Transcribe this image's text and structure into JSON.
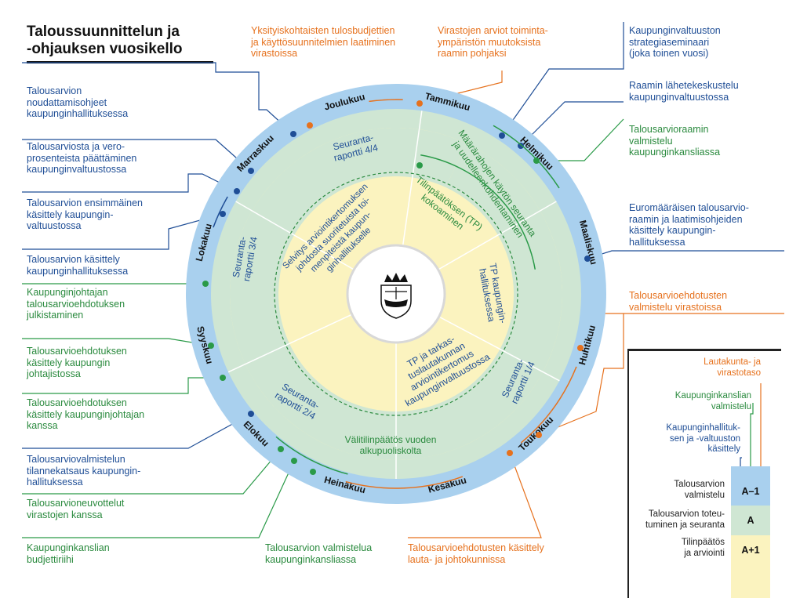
{
  "title": "Taloussuunnittelun ja\n-ohjauksen vuosikello",
  "colors": {
    "blue_text": "#1f4e96",
    "green_text": "#2a8a3e",
    "orange_text": "#e6711d",
    "outer_ring": "#a9d0ee",
    "middle_ring": "#cfe6d3",
    "inner_ring": "#fbf3bf",
    "legend_blue": "#1f4e96",
    "legend_green": "#2a9a48",
    "legend_orange": "#e6711d"
  },
  "months": [
    "Tammikuu",
    "Helmikuu",
    "Maaliskuu",
    "Huhtikuu",
    "Toukokuu",
    "Kesäkuu",
    "Heinäkuu",
    "Elokuu",
    "Syyskuu",
    "Lokakuu",
    "Marraskuu",
    "Joulukuu"
  ],
  "ring_labels": {
    "seuranta_44": "Seuranta-\nraportti 4/4",
    "seuranta_34": "Seuranta-\nraportti 3/4",
    "seuranta_24": "Seuranta-\nraportti 2/4",
    "seuranta_14": "Seuranta-\nraportti 1/4",
    "maararahojen": "Määrärahojen käytön seuranta\nja uudelleenkohdentaminen",
    "valitilinpaatos": "Välitilinpäätös vuoden\nalkupuoliskolta",
    "tilinpaatoksen": "Tilinpäätöksen (TP)\nkokoaminen",
    "tp_kaupungin": "TP kaupungin-\nhallituksessa",
    "tp_tarkastus": "TP ja tarkas-\ntuslautakunnan\narviointikertomus\nkaupunginvaltuustossa",
    "selvitys": "Selvitys arviointikertomuksen\njohdosta suoritetuista toi-\nmenpiteistä kaupun-\nginhallitukselle"
  },
  "annotations_left": [
    {
      "text": "Talousarvion\nnoudattamisohjeet\nkaupunginhallituksessa",
      "color": "blue"
    },
    {
      "text": "Talousarviosta ja vero-\nprosenteista päättäminen\nkaupunginvaltuustossa",
      "color": "blue"
    },
    {
      "text": "Talousarvion ensimmäinen\nkäsittely kaupungin-\nvaltuustossa",
      "color": "blue"
    },
    {
      "text": "Talousarvion käsittely\nkaupunginhallituksessa",
      "color": "blue"
    },
    {
      "text": "Kaupunginjohtajan\ntalousarvioehdotuksen\njulkistaminen",
      "color": "green"
    },
    {
      "text": "Talousarvioehdotuksen\nkäsittely kaupungin\njohtajistossa",
      "color": "green"
    },
    {
      "text": "Talousarvioehdotuksen\nkäsittely kaupunginjohtajan\nkanssa",
      "color": "green"
    },
    {
      "text": "Talousarviovalmistelun\ntilannekatsaus kaupungin-\nhallituksessa",
      "color": "blue"
    },
    {
      "text": "Talousarvioneuvottelut\nvirastojen kanssa",
      "color": "green"
    },
    {
      "text": "Kaupunginkanslian\nbudjettiriihi",
      "color": "green"
    }
  ],
  "annotations_top": [
    {
      "text": "Yksityiskohtaisten tulosbudjettien\nja käyttösuunnitelmien laatiminen\nvirastoissa",
      "color": "orange"
    },
    {
      "text": "Virastojen arviot toiminta-\nympäristön muutoksista\nraamin pohjaksi",
      "color": "orange"
    }
  ],
  "annotations_right": [
    {
      "text": "Kaupunginvaltuuston\nstrategiaseminaari\n(joka toinen vuosi)",
      "color": "blue"
    },
    {
      "text": "Raamin lähetekeskustelu\nkaupunginvaltuustossa",
      "color": "blue"
    },
    {
      "text": "Talousarvioraamin\nvalmistelu\nkaupunginkansliassa",
      "color": "green"
    },
    {
      "text": "Euromääräisen talousarvio-\nraamin ja laatimisohjeiden\nkäsittely kaupungin-\nhallituksessa",
      "color": "blue"
    },
    {
      "text": "Talousarvioehdotusten\nvalmistelu virastoissa",
      "color": "orange"
    }
  ],
  "annotations_bottom": [
    {
      "text": "Talousarvion valmistelua\nkaupunginkansliassa",
      "color": "green"
    },
    {
      "text": "Talousarvioehdotusten käsittely\nlauta- ja johtokunnissa",
      "color": "orange"
    }
  ],
  "legend": {
    "orange_label": "Lautakunta- ja\nvirastotaso",
    "green_label": "Kaupunginkanslian\nvalmistelu",
    "blue_label": "Kaupunginhallituk-\nsen ja -valtuuston\nkäsittely",
    "rows": [
      {
        "label": "Talousarvion\nvalmistelu",
        "code": "A–1",
        "color": "#a9d0ee"
      },
      {
        "label": "Talousarvion toteu-\ntuminen ja seuranta",
        "code": "A",
        "color": "#cfe6d3"
      },
      {
        "label": "Tilinpäätös\nja arviointi",
        "code": "A+1",
        "color": "#fbf3bf"
      }
    ]
  }
}
